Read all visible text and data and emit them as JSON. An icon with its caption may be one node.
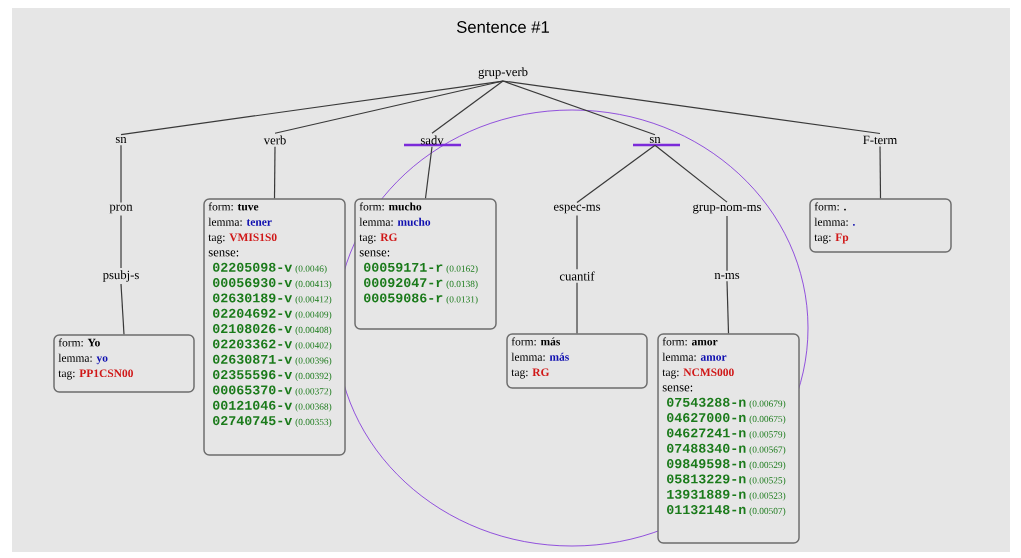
{
  "diagram": {
    "title": "Sentence #1",
    "nodes": [
      {
        "text": [
          "grup-verb"
        ]
      },
      {
        "text": [
          "sn"
        ]
      },
      {
        "text": [
          "verb"
        ]
      },
      {
        "text": [
          "sadv"
        ]
      },
      {
        "text": [
          "sn"
        ]
      },
      {
        "text": [
          "F-term"
        ]
      },
      {
        "text": [
          "pron"
        ]
      },
      {
        "text": [
          "form:",
          "tuve",
          "lemma:",
          "tener",
          "tag:",
          "VMIS1S0",
          "sense:",
          "02205098-v",
          "(0.0046)",
          "00056930-v",
          "(0.00413)",
          "02630189-v",
          "(0.00412)",
          "02204692-v",
          "(0.00409)",
          "02108026-v",
          "(0.00408)",
          "02203362-v",
          "(0.00402)",
          "02630871-v",
          "(0.00396)",
          "02355596-v",
          "(0.00392)",
          "00065370-v",
          "(0.00372)",
          "00121046-v",
          "(0.00368)",
          "02740745-v",
          "(0.00353)"
        ]
      },
      {
        "text": [
          "form:",
          "mucho",
          "lemma:",
          "mucho",
          "tag:",
          "RG",
          "sense:",
          "00059171-r",
          "(0.0162)",
          "00092047-r",
          "(0.0138)",
          "00059086-r",
          "(0.0131)"
        ]
      },
      {
        "text": [
          "espec-ms"
        ]
      },
      {
        "text": [
          "grup-nom-ms"
        ]
      },
      {
        "text": [
          "form:",
          ".",
          "lemma:",
          ".",
          "tag:",
          "Fp"
        ]
      },
      {
        "text": [
          "psubj-s"
        ]
      },
      {
        "text": [
          "cuantif"
        ]
      },
      {
        "text": [
          "n-ms"
        ]
      },
      {
        "text": [
          "form:",
          "Yo",
          "lemma:",
          "yo",
          "tag:",
          "PP1CSN00"
        ]
      },
      {
        "text": [
          "form:",
          "más",
          "lemma:",
          "más",
          "tag:",
          "RG"
        ]
      },
      {
        "text": [
          "form:",
          "amor",
          "lemma:",
          "amor",
          "tag:",
          "NCMS000",
          "sense:",
          "07543288-n",
          "(0.00679)",
          "04627000-n",
          "(0.00675)",
          "04627241-n",
          "(0.00579)",
          "07488340-n",
          "(0.00567)",
          "09849598-n",
          "(0.00529)",
          "05813229-n",
          "(0.00525)",
          "13931889-n",
          "(0.00523)",
          "01132148-n",
          "(0.00507)"
        ]
      }
    ],
    "edges": [
      {
        "from": 0,
        "to": 1,
        "arrow": "none"
      },
      {
        "from": 0,
        "to": 2,
        "arrow": "none"
      },
      {
        "from": 0,
        "to": 3,
        "arrow": "none"
      },
      {
        "from": 0,
        "to": 4,
        "arrow": "none"
      },
      {
        "from": 0,
        "to": 5,
        "arrow": "none"
      },
      {
        "from": 1,
        "to": 6,
        "arrow": "none"
      },
      {
        "from": 6,
        "to": 12,
        "arrow": "none"
      },
      {
        "from": 12,
        "to": 15,
        "arrow": "none"
      },
      {
        "from": 2,
        "to": 7,
        "arrow": "none"
      },
      {
        "from": 3,
        "to": 8,
        "arrow": "none"
      },
      {
        "from": 4,
        "to": 9,
        "arrow": "none"
      },
      {
        "from": 4,
        "to": 10,
        "arrow": "none"
      },
      {
        "from": 5,
        "to": 11,
        "arrow": "none"
      },
      {
        "from": 9,
        "to": 13,
        "arrow": "none"
      },
      {
        "from": 13,
        "to": 16,
        "arrow": "none"
      },
      {
        "from": 10,
        "to": 14,
        "arrow": "none"
      },
      {
        "from": 14,
        "to": 17,
        "arrow": "none"
      }
    ]
  }
}
